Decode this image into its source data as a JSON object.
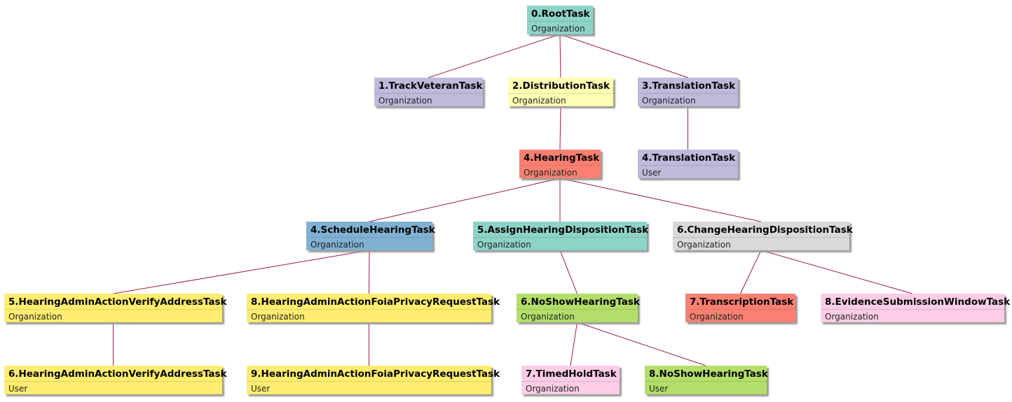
{
  "colors": {
    "teal": "#8ed3c7",
    "lavender": "#bebada",
    "lightyellow": "#ffffb3",
    "salmon": "#fb8072",
    "blue": "#80b1d3",
    "gray": "#d9d9d9",
    "yellow": "#ffed6f",
    "green": "#b3de69",
    "pink": "#fccde5",
    "edge": "#9e1b50"
  },
  "nodes": [
    {
      "id": "root",
      "title": "0.RootTask",
      "sub": "Organization",
      "color": "teal"
    },
    {
      "id": "track",
      "title": "1.TrackVeteranTask",
      "sub": "Organization",
      "color": "lavender"
    },
    {
      "id": "dist",
      "title": "2.DistributionTask",
      "sub": "Organization",
      "color": "lightyellow"
    },
    {
      "id": "trans1",
      "title": "3.TranslationTask",
      "sub": "Organization",
      "color": "lavender"
    },
    {
      "id": "hearing",
      "title": "4.HearingTask",
      "sub": "Organization",
      "color": "salmon"
    },
    {
      "id": "trans2",
      "title": "4.TranslationTask",
      "sub": "User",
      "color": "lavender"
    },
    {
      "id": "sched",
      "title": "4.ScheduleHearingTask",
      "sub": "Organization",
      "color": "blue"
    },
    {
      "id": "assign",
      "title": "5.AssignHearingDispositionTask",
      "sub": "Organization",
      "color": "teal"
    },
    {
      "id": "change",
      "title": "6.ChangeHearingDispositionTask",
      "sub": "Organization",
      "color": "gray"
    },
    {
      "id": "verify1",
      "title": "5.HearingAdminActionVerifyAddressTask",
      "sub": "Organization",
      "color": "yellow"
    },
    {
      "id": "foia1",
      "title": "8.HearingAdminActionFoiaPrivacyRequestTask",
      "sub": "Organization",
      "color": "yellow"
    },
    {
      "id": "noshow1",
      "title": "6.NoShowHearingTask",
      "sub": "Organization",
      "color": "green"
    },
    {
      "id": "transcr",
      "title": "7.TranscriptionTask",
      "sub": "Organization",
      "color": "salmon"
    },
    {
      "id": "evid",
      "title": "8.EvidenceSubmissionWindowTask",
      "sub": "Organization",
      "color": "pink"
    },
    {
      "id": "verify2",
      "title": "6.HearingAdminActionVerifyAddressTask",
      "sub": "User",
      "color": "yellow"
    },
    {
      "id": "foia2",
      "title": "9.HearingAdminActionFoiaPrivacyRequestTask",
      "sub": "User",
      "color": "yellow"
    },
    {
      "id": "timed",
      "title": "7.TimedHoldTask",
      "sub": "Organization",
      "color": "pink"
    },
    {
      "id": "noshow2",
      "title": "8.NoShowHearingTask",
      "sub": "User",
      "color": "green"
    }
  ],
  "edges": [
    [
      "root",
      "track"
    ],
    [
      "root",
      "dist"
    ],
    [
      "root",
      "trans1"
    ],
    [
      "dist",
      "hearing"
    ],
    [
      "trans1",
      "trans2"
    ],
    [
      "hearing",
      "sched"
    ],
    [
      "hearing",
      "assign"
    ],
    [
      "hearing",
      "change"
    ],
    [
      "sched",
      "verify1"
    ],
    [
      "sched",
      "foia1"
    ],
    [
      "assign",
      "noshow1"
    ],
    [
      "change",
      "transcr"
    ],
    [
      "change",
      "evid"
    ],
    [
      "verify1",
      "verify2"
    ],
    [
      "foia1",
      "foia2"
    ],
    [
      "noshow1",
      "timed"
    ],
    [
      "noshow1",
      "noshow2"
    ]
  ]
}
